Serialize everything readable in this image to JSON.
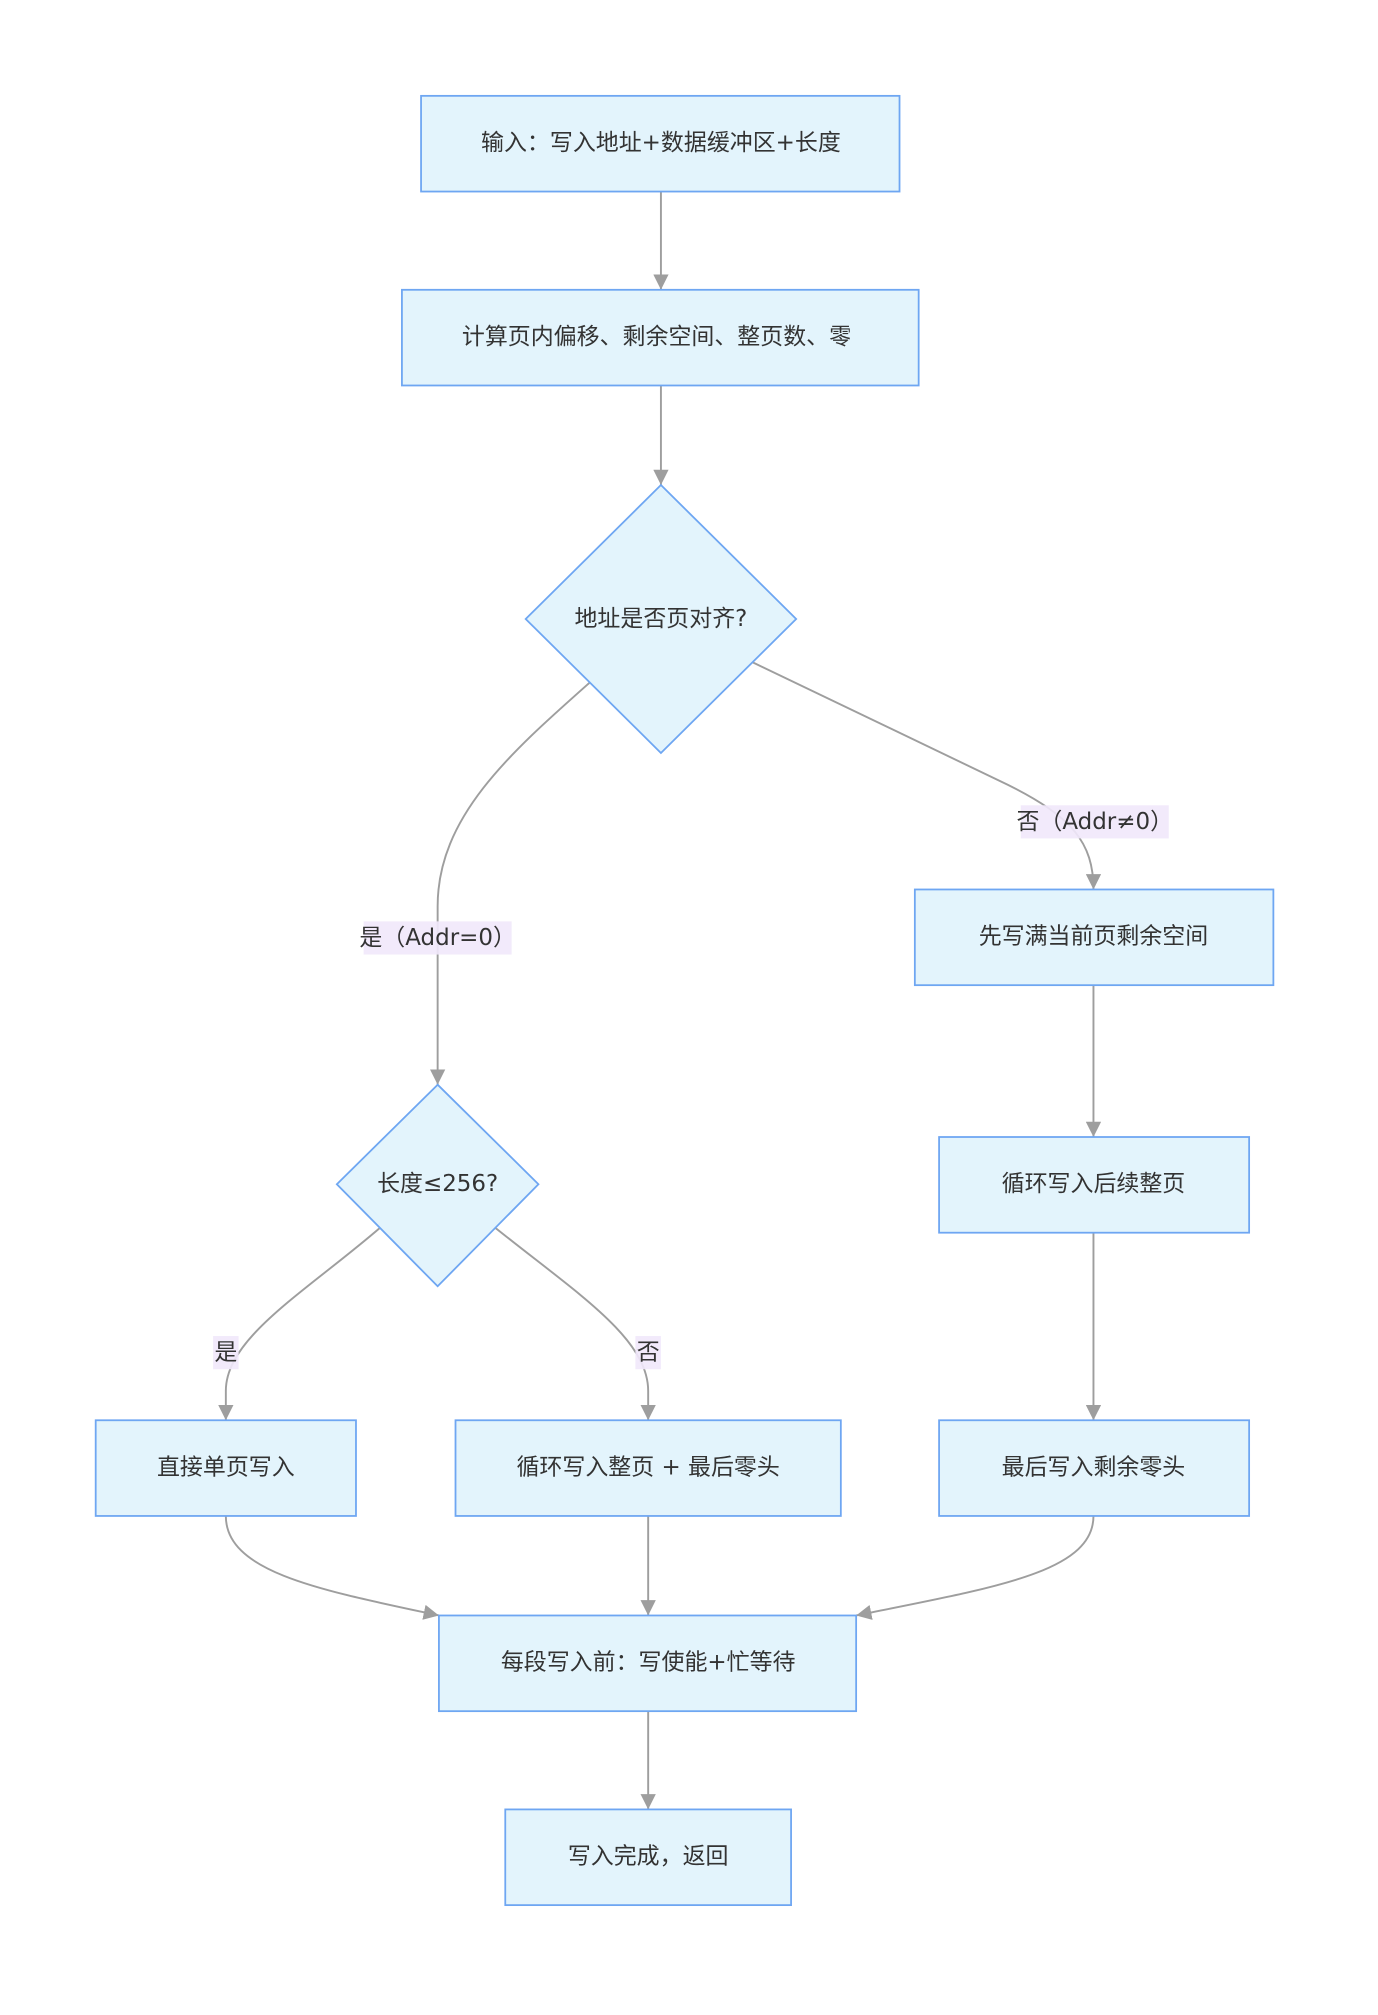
{
  "colors": {
    "node_fill": "#e3f4fc",
    "node_stroke": "#6ea6f2",
    "edge": "#9e9e9e",
    "label_bg": "#f1e8fb",
    "text": "#333333",
    "page_bg": "#ffffff"
  },
  "nodes": {
    "input": "输入：写入地址+数据缓冲区+长度",
    "calc": "计算页内偏移、剩余空间、整页数、零",
    "aligned_check": "地址是否页对齐?",
    "length_check": "长度≤256?",
    "fill_current_page": "先写满当前页剩余空间",
    "loop_full_pages": "循环写入后续整页",
    "write_remainder": "最后写入剩余零头",
    "single_page_write": "直接单页写入",
    "loop_pages_remainder": "循环写入整页 + 最后零头",
    "write_enable_wait": "每段写入前：写使能+忙等待",
    "done": "写入完成，返回"
  },
  "edge_labels": {
    "aligned_yes": "是（Addr=0）",
    "aligned_no": "否（Addr≠0）",
    "length_yes": "是",
    "length_no": "否"
  }
}
